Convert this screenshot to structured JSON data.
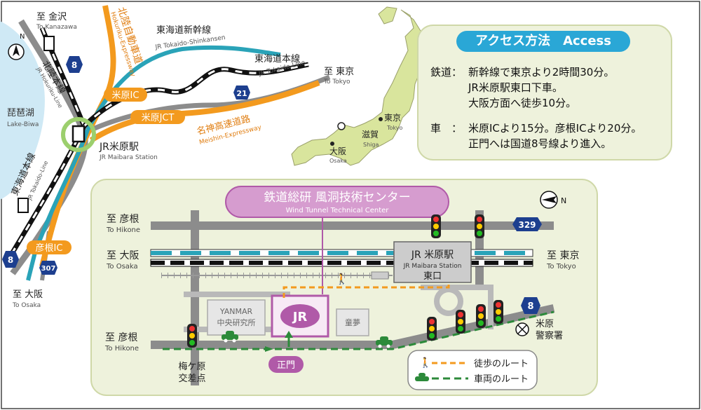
{
  "overview": {
    "to_kanazawa": "至 金沢",
    "to_kanazawa_en": "To Kanazawa",
    "hokuriku_expressway": "北陸自動車道",
    "hokuriku_expressway_en": "Hokuriku-Expressway",
    "tokaido_shinkansen": "東海道新幹線",
    "tokaido_shinkansen_en": "JR Tokaido-Shinkansen",
    "tokaido_main": "東海道本線",
    "tokaido_main_en": "JR Tokaido-Line",
    "to_tokyo": "至 東京",
    "to_tokyo_en": "To Tokyo",
    "hokuriku_line": "北陸本線",
    "hokuriku_line_en": "JR Hokuriku-Line",
    "maibara_ic": "米原IC",
    "maibara_jct": "米原JCT",
    "meishin": "名神高速道路",
    "meishin_en": "Meishin-Expressway",
    "route_21": "21",
    "route_8": "8",
    "route_307": "307",
    "lake_biwa": "琵琶湖",
    "lake_biwa_en": "Lake-Biwa",
    "jr_maibara": "JR米原駅",
    "jr_maibara_en": "JR Maibara Station",
    "tokaido_main_lower": "東海道本線",
    "tokaido_main_lower_en": "JR Tokaido-Line",
    "hikone_ic": "彦根IC",
    "to_osaka": "至 大阪",
    "to_osaka_en": "To Osaka",
    "north": "N"
  },
  "japan_map": {
    "tokyo": "東京",
    "tokyo_en": "Tokyo",
    "shiga": "滋賀",
    "shiga_en": "Shiga",
    "osaka": "大阪",
    "osaka_en": "Osaka"
  },
  "access": {
    "title": "アクセス方法　Access",
    "rail_label": "鉄道：",
    "rail_1": "新幹線で東京より2時間30分。",
    "rail_2": "JR米原駅東口下車。",
    "rail_3": "大阪方面へ徒歩10分。",
    "car_label": "車　：",
    "car_1": "米原ICより15分。彦根ICより20分。",
    "car_2": "正門へは国道8号線より進入。"
  },
  "detail": {
    "center_name": "鉄道総研 風洞技術センター",
    "center_name_en": "Wind Tunnel Technical Center",
    "to_hikone_top": "至 彦根",
    "to_hikone_top_en": "To Hikone",
    "to_osaka": "至 大阪",
    "to_osaka_en": "To Osaka",
    "to_tokyo": "至 東京",
    "to_tokyo_en": "To Tokyo",
    "to_hikone_bottom": "至 彦根",
    "to_hikone_bottom_en": "To Hikone",
    "route_329": "329",
    "route_8": "8",
    "jr_maibara": "JR 米原駅",
    "jr_maibara_en": "JR Maibara Station",
    "east_exit": "東口",
    "yanmar": "YANMAR",
    "yanmar_lab": "中央研究所",
    "domu": "童夢",
    "jr_logo": "JR",
    "main_gate": "正門",
    "umegahara_1": "梅ケ原",
    "umegahara_2": "交差点",
    "police_1": "米原",
    "police_2": "警察署",
    "walk_route": "徒歩のルート",
    "car_route": "車両のルート",
    "north": "N"
  },
  "colors": {
    "orange": "#f39a1e",
    "teal": "#2aa3b8",
    "gray_road": "#8c8c8c",
    "panel_bg": "#eef2dc",
    "purple": "#b05aa8",
    "green_route": "#2c8a3a",
    "blue_badge": "#1d3f8f"
  }
}
